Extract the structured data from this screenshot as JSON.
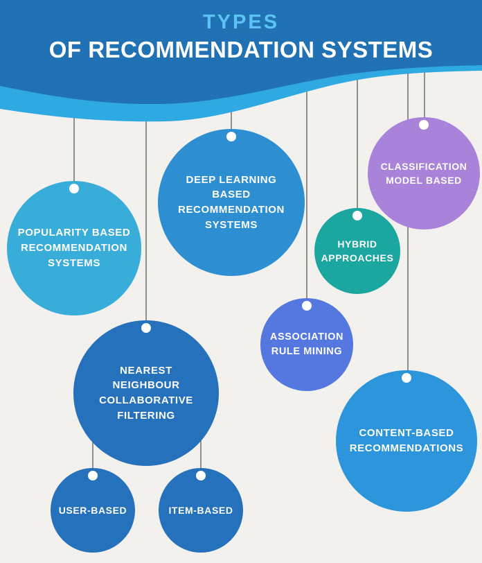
{
  "header": {
    "title_accent": "TYPES",
    "title_main": "OF RECOMMENDATION SYSTEMS",
    "bg_color": "#2171B5",
    "accent_stripe_color": "#2FA9E1",
    "accent_text_color": "#5BC4F4"
  },
  "canvas": {
    "background_color": "#F2F1EE",
    "string_color": "#6E6E6E",
    "hole_dot_color": "#FFFFFF"
  },
  "diagram": {
    "type": "hanging-ornament-diagram",
    "nodes": [
      {
        "id": "popularity-based",
        "label": "POPULARITY BASED\nRECOMMENDATION\nSYSTEMS",
        "color": "#39ADDA"
      },
      {
        "id": "deep-learning",
        "label": "DEEP LEARNING\nBASED\nRECOMMENDATION\nSYSTEMS",
        "color": "#2D8FD2"
      },
      {
        "id": "classification-model",
        "label": "CLASSIFICATION\nMODEL BASED",
        "color": "#A983D9"
      },
      {
        "id": "hybrid-approaches",
        "label": "HYBRID\nAPPROACHES",
        "color": "#1BA6A0"
      },
      {
        "id": "association-rule-mining",
        "label": "ASSOCIATION\nRULE MINING",
        "color": "#5478E0"
      },
      {
        "id": "nearest-neighbour-collaborative-filtering",
        "label": "NEAREST\nNEIGHBOUR\nCOLLABORATIVE\nFILTERING",
        "color": "#2671BB"
      },
      {
        "id": "user-based",
        "label": "USER-BASED",
        "color": "#2671BB"
      },
      {
        "id": "item-based",
        "label": "ITEM-BASED",
        "color": "#2671BB"
      },
      {
        "id": "content-based",
        "label": "CONTENT-BASED\nRECOMMENDATIONS",
        "color": "#2D95DC"
      }
    ]
  }
}
